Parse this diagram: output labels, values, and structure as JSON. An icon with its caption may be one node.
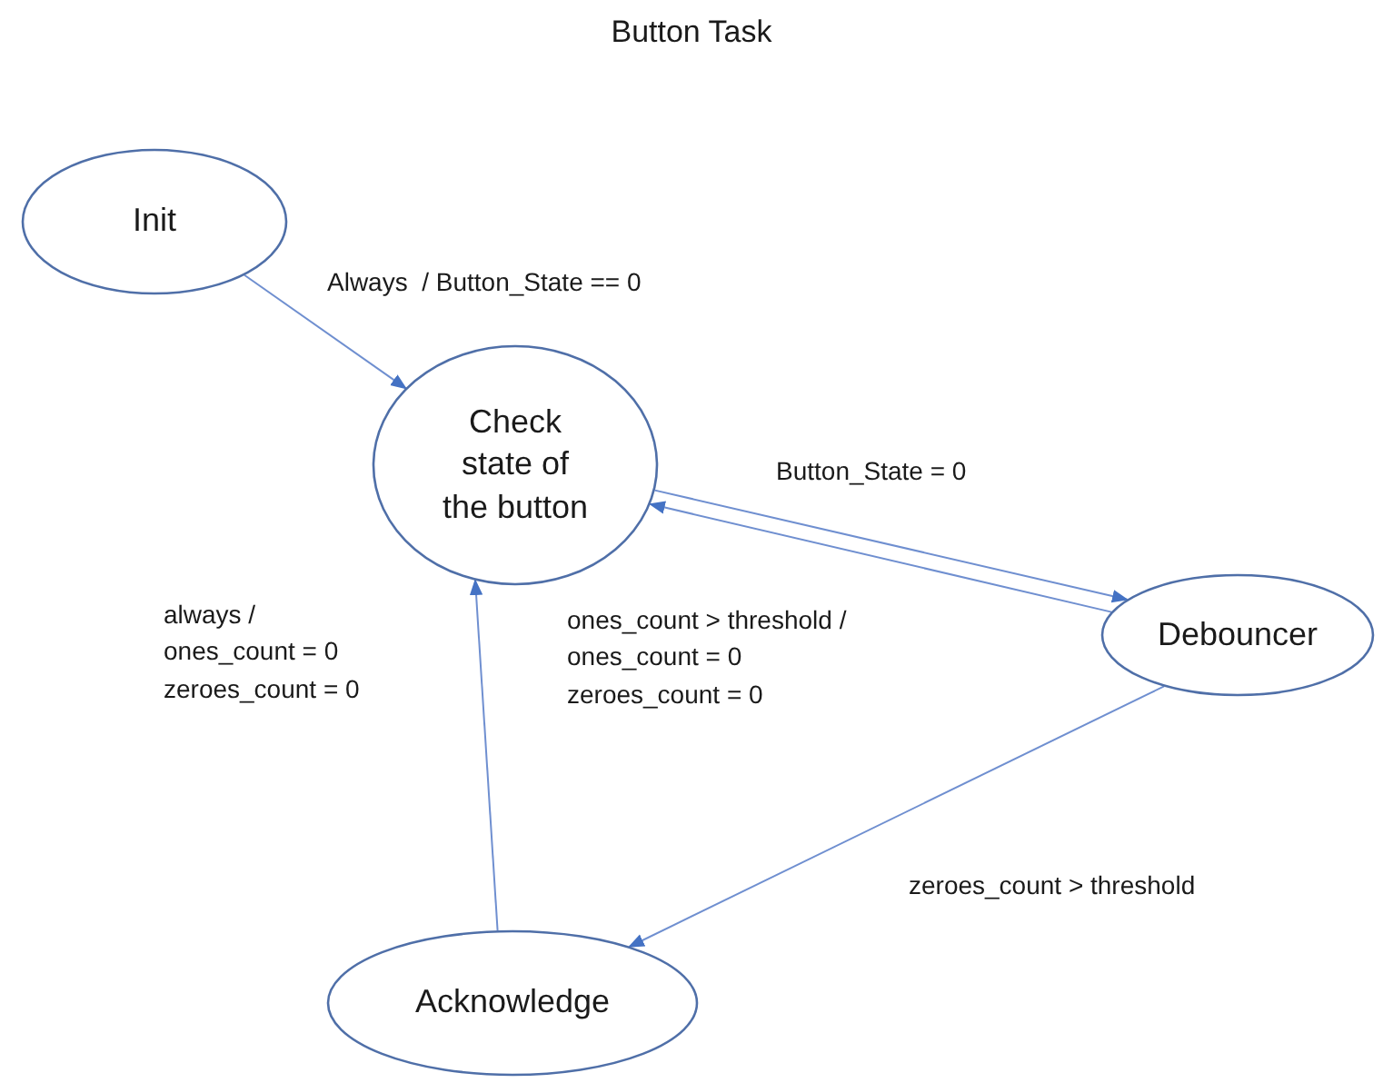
{
  "diagram": {
    "title": "Button Task",
    "nodes": [
      {
        "text": [
          "Init"
        ]
      },
      {
        "text": [
          "Check state of the button"
        ]
      },
      {
        "text": [
          "Debouncer"
        ]
      },
      {
        "text": [
          "Acknowledge"
        ]
      }
    ],
    "edges": [
      {
        "from": 0,
        "to": 1,
        "arrow": "to",
        "label": "Always  / Button_State == 0"
      },
      {
        "from": 1,
        "to": 2,
        "arrow": "to",
        "label": "Button_State = 0"
      },
      {
        "from": 2,
        "to": 1,
        "arrow": "to",
        "label": "ones_count > threshold / ones_count = 0 zeroes_count = 0"
      },
      {
        "from": 2,
        "to": 3,
        "arrow": "to",
        "label": "zeroes_count > threshold"
      },
      {
        "from": 3,
        "to": 1,
        "arrow": "to",
        "label": "always / ones_count = 0 zeroes_count = 0"
      }
    ]
  }
}
